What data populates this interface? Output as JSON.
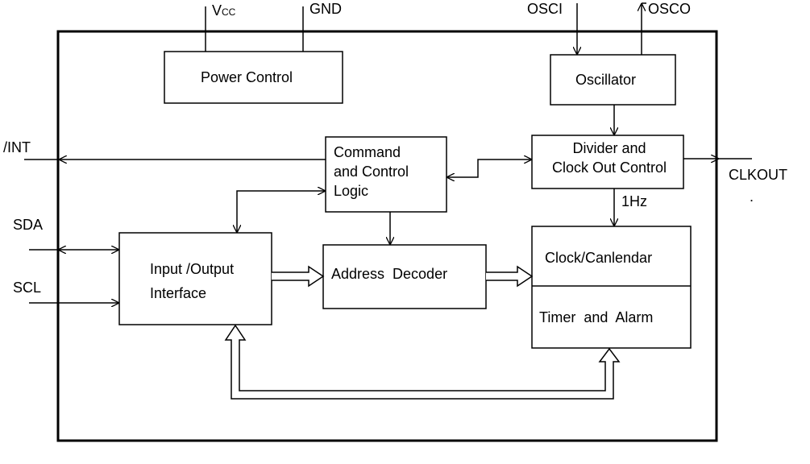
{
  "pins": {
    "vcc_main": "V",
    "vcc_sub": "CC",
    "gnd": "GND",
    "osci": "OSCI",
    "osco": "OSCO",
    "int": "/INT",
    "sda": "SDA",
    "scl": "SCL",
    "clkout": "CLKOUT"
  },
  "blocks": {
    "power_control": "Power Control",
    "oscillator": "Oscillator",
    "command_line1": "Command",
    "command_line2": "and Control",
    "command_line3": "Logic",
    "divider_line1": "Divider and",
    "divider_line2": "Clock Out Control",
    "io_line1": "Input /Output",
    "io_line2": "Interface",
    "address_decoder": "Address  Decoder",
    "clock_calendar": "Clock/Canlendar",
    "timer_alarm": "Timer  and  Alarm"
  },
  "signals": {
    "one_hz": "1Hz",
    "stray_dot": "."
  }
}
